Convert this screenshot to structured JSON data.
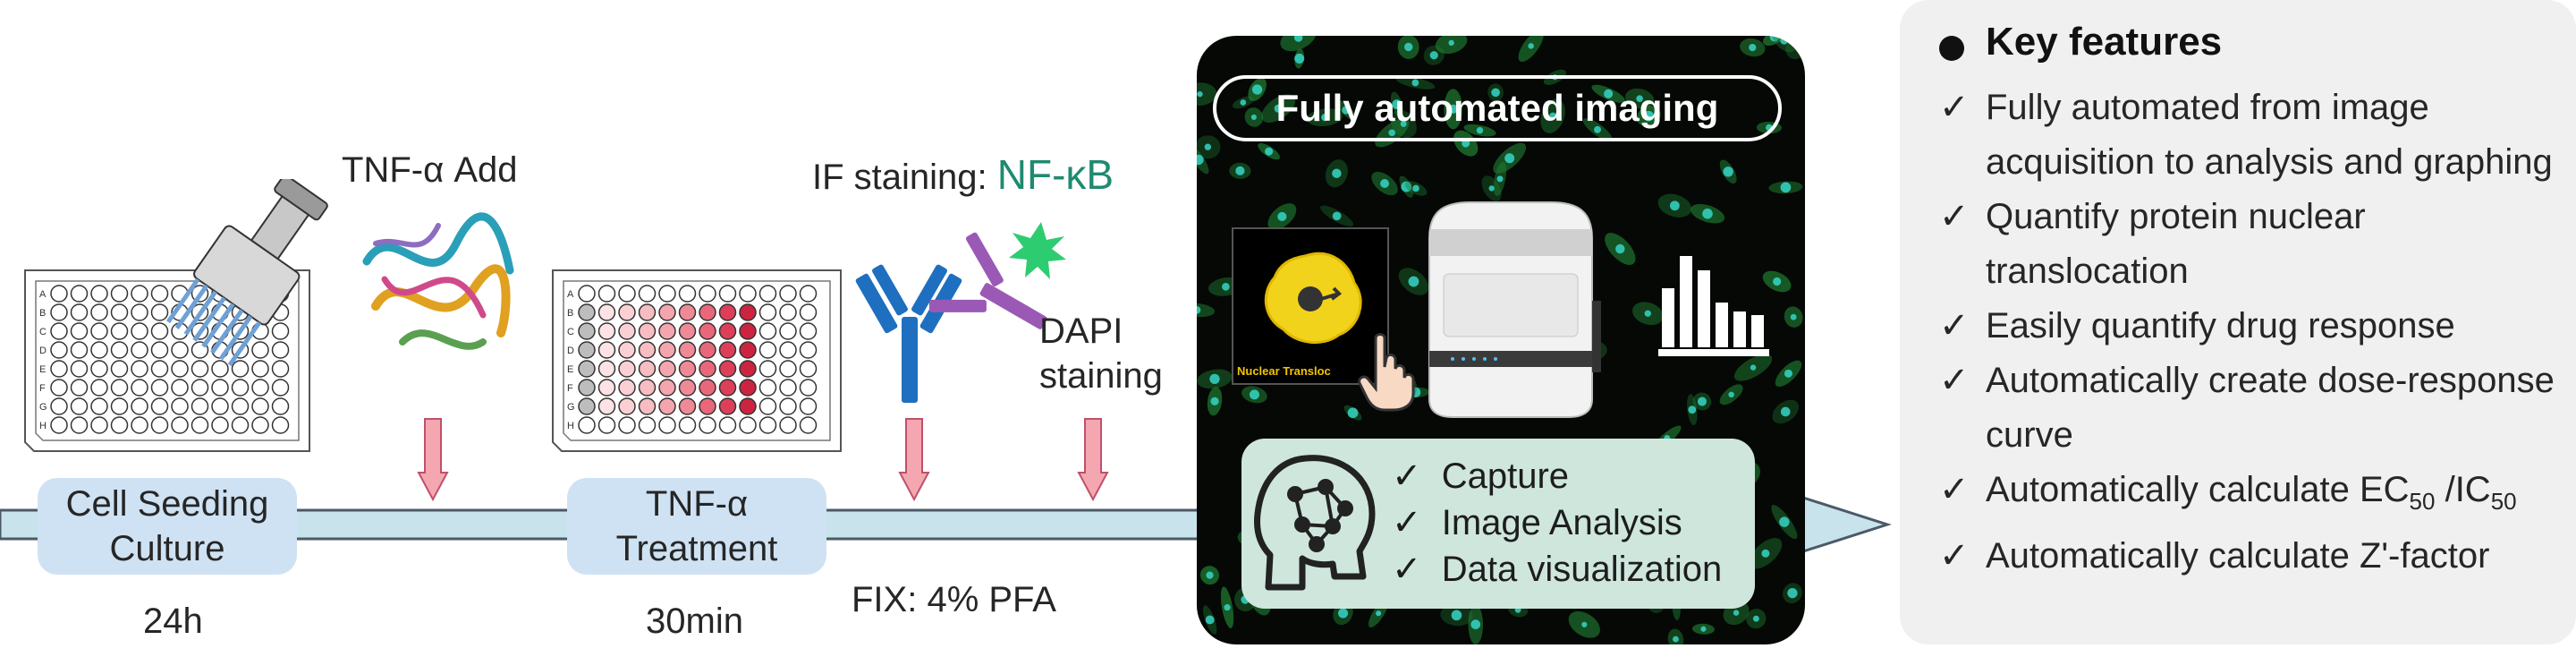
{
  "steps": {
    "seeding": {
      "line1": "Cell Seeding",
      "line2": "Culture",
      "time": "24h"
    },
    "treatment": {
      "line1": "TNF-α",
      "line2": "Treatment",
      "time": "30min"
    }
  },
  "labels": {
    "tnf_add": "TNF-α Add",
    "if_staining": "IF staining: ",
    "if_target": "NF-κB",
    "dapi_line1": "DAPI",
    "dapi_line2": "staining",
    "fix": "FIX: 4% PFA"
  },
  "imaging": {
    "title": "Fully automated imaging",
    "card_label": "Nuclear Transloc",
    "checks": [
      "Capture",
      "Image Analysis",
      "Data visualization"
    ]
  },
  "features": {
    "title": "Key features",
    "items": [
      "Fully automated from image acquisition to analysis and graphing",
      "Quantify protein nuclear translocation",
      "Easily quantify drug response",
      "Automatically create dose-response curve",
      "Automatically calculate EC",
      "Automatically calculate Z'-factor"
    ],
    "ec_sub": "50",
    "ic_prefix": " /IC",
    "ic_sub": "50"
  },
  "plate_rows": [
    "A",
    "B",
    "C",
    "D",
    "E",
    "F",
    "G",
    "H"
  ],
  "colors": {
    "step_box": "#cfe2f3",
    "timeline": "#c9e3ec",
    "down_arrow": "#f4a7b0",
    "if_target": "#1f8a70",
    "antibody_blue": "#1e6fc0",
    "antibody_purple": "#9b59b6",
    "fluor_green": "#2ecc71"
  }
}
